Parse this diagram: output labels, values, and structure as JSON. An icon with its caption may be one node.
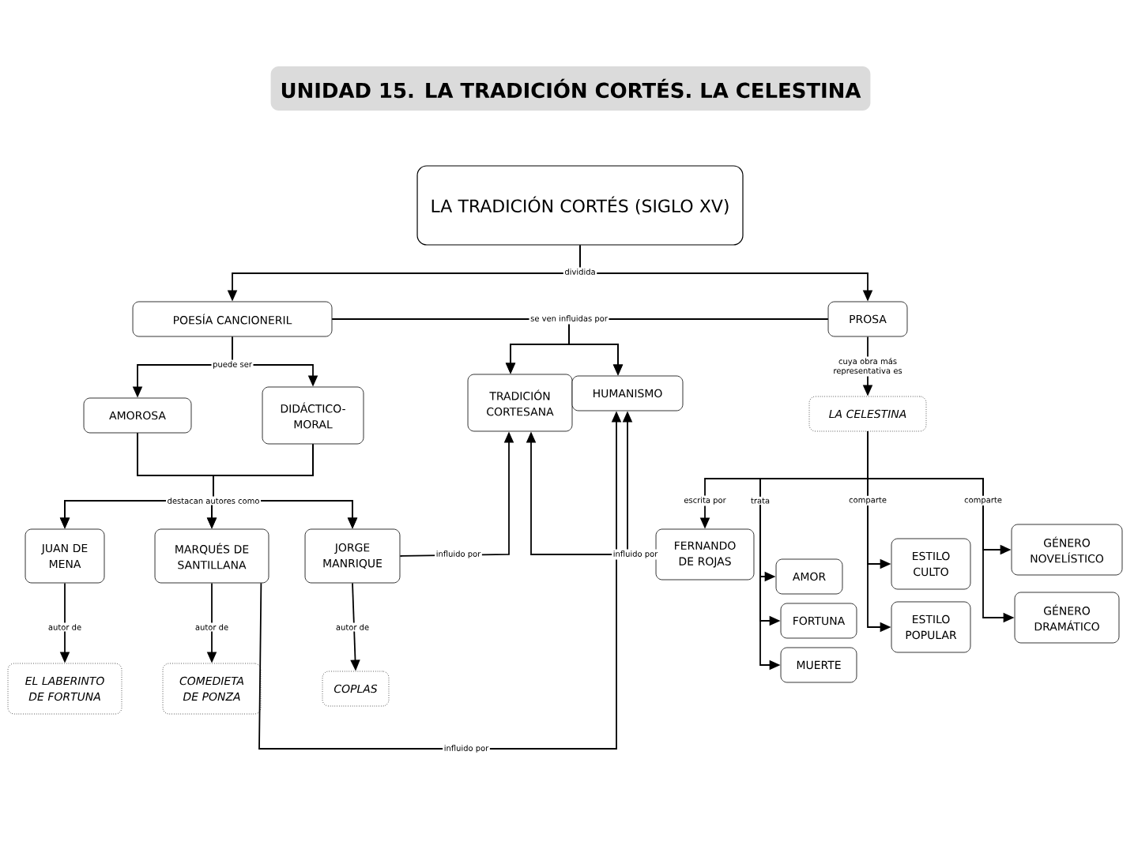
{
  "diagram": {
    "title": "UNIDAD 15. LA TRADICIÓN CORTÉS. LA CELESTINA",
    "nodes": [
      {
        "text": [
          "LA TRADICIÓN CORTÉS (SIGLO XV)"
        ]
      },
      {
        "text": [
          "POESÍA CANCIONERIL"
        ]
      },
      {
        "text": [
          "PROSA"
        ]
      },
      {
        "text": [
          "AMOROSA"
        ]
      },
      {
        "text": [
          "DIDÁCTICO-MORAL"
        ]
      },
      {
        "text": [
          "TRADICIÓN CORTESANA"
        ]
      },
      {
        "text": [
          "HUMANISMO"
        ]
      },
      {
        "text": [
          "LA CELESTINA"
        ]
      },
      {
        "text": [
          "JUAN DE MENA"
        ]
      },
      {
        "text": [
          "MARQUÉS DE SANTILLANA"
        ]
      },
      {
        "text": [
          "JORGE MANRIQUE"
        ]
      },
      {
        "text": [
          "FERNANDO DE ROJAS"
        ]
      },
      {
        "text": [
          "EL LABERINTO DE FORTUNA"
        ]
      },
      {
        "text": [
          "COMEDIETA DE PONZA"
        ]
      },
      {
        "text": [
          "COPLAS"
        ]
      },
      {
        "text": [
          "ESTILO CULTO"
        ]
      },
      {
        "text": [
          "GÉNERO NOVELÍSTICO"
        ]
      },
      {
        "text": [
          "AMOR"
        ]
      },
      {
        "text": [
          "ESTILO POPULAR"
        ]
      },
      {
        "text": [
          "GÉNERO DRAMÁTICO"
        ]
      },
      {
        "text": [
          "FORTUNA"
        ]
      },
      {
        "text": [
          "MUERTE"
        ]
      }
    ],
    "edges": [
      {
        "from": 0,
        "to": 1,
        "arrow": "to",
        "label": "dividida"
      },
      {
        "from": 0,
        "to": 2,
        "arrow": "to"
      },
      {
        "from": 1,
        "to": 5,
        "arrow": "to",
        "label": "se ven influidas por"
      },
      {
        "from": 1,
        "to": 6,
        "arrow": "to"
      },
      {
        "from": 2,
        "to": 5,
        "arrow": "to"
      },
      {
        "from": 2,
        "to": 6,
        "arrow": "to"
      },
      {
        "from": 1,
        "to": 3,
        "arrow": "to",
        "label": "puede ser"
      },
      {
        "from": 1,
        "to": 4,
        "arrow": "to"
      },
      {
        "from": 2,
        "to": 7,
        "arrow": "to",
        "label": "cuya obra más representativa es"
      },
      {
        "from": 3,
        "to": 8,
        "arrow": "to",
        "label": "destacan autores como"
      },
      {
        "from": 3,
        "to": 9,
        "arrow": "to"
      },
      {
        "from": 3,
        "to": 10,
        "arrow": "to"
      },
      {
        "from": 4,
        "to": 8,
        "arrow": "to"
      },
      {
        "from": 4,
        "to": 9,
        "arrow": "to"
      },
      {
        "from": 4,
        "to": 10,
        "arrow": "to"
      },
      {
        "from": 8,
        "to": 12,
        "arrow": "to",
        "label": "autor de"
      },
      {
        "from": 9,
        "to": 13,
        "arrow": "to",
        "label": "autor de"
      },
      {
        "from": 10,
        "to": 14,
        "arrow": "to",
        "label": "autor de"
      },
      {
        "from": 10,
        "to": 5,
        "arrow": "to",
        "label": "influido por"
      },
      {
        "from": 9,
        "to": 6,
        "arrow": "to",
        "label": "influido por"
      },
      {
        "from": 11,
        "to": 5,
        "arrow": "to",
        "label": "influido por"
      },
      {
        "from": 11,
        "to": 6,
        "arrow": "to"
      },
      {
        "from": 7,
        "to": 11,
        "arrow": "to",
        "label": "escrita por"
      },
      {
        "from": 7,
        "to": 17,
        "arrow": "to",
        "label": "trata"
      },
      {
        "from": 7,
        "to": 20,
        "arrow": "to"
      },
      {
        "from": 7,
        "to": 21,
        "arrow": "to"
      },
      {
        "from": 7,
        "to": 15,
        "arrow": "to",
        "label": "comparte"
      },
      {
        "from": 7,
        "to": 18,
        "arrow": "to"
      },
      {
        "from": 7,
        "to": 16,
        "arrow": "to",
        "label": "comparte"
      },
      {
        "from": 7,
        "to": 19,
        "arrow": "to"
      }
    ]
  }
}
